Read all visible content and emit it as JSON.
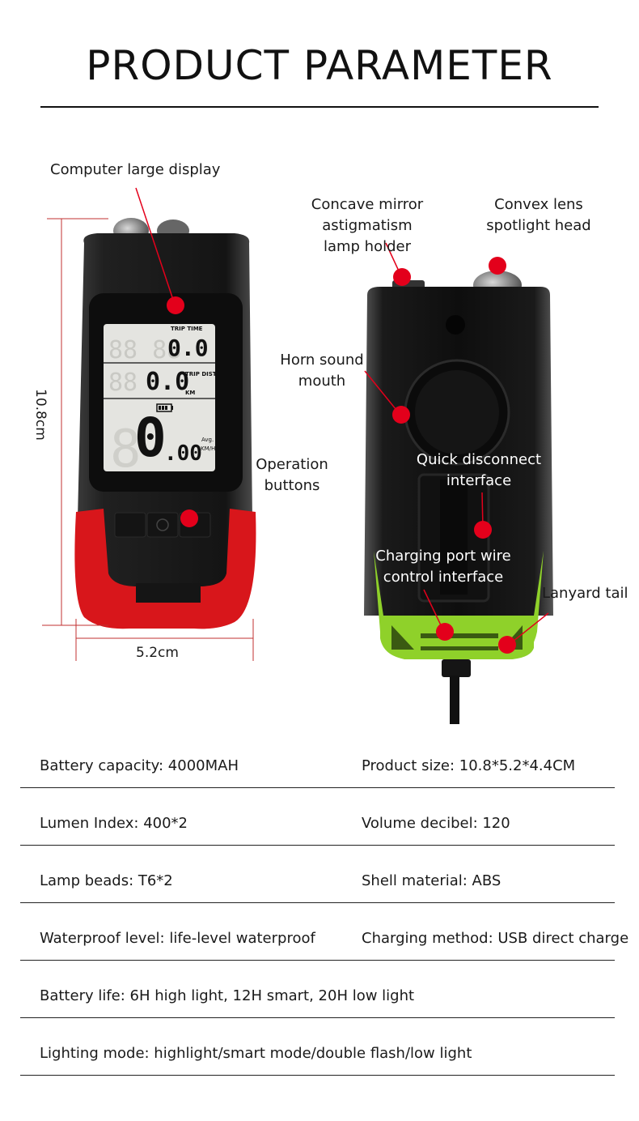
{
  "title": "PRODUCT PARAMETER",
  "labels": {
    "computer_display": "Computer large display",
    "concave_line1": "Concave mirror astigmatism",
    "concave_line2": "lamp holder",
    "convex_line1": "Convex lens",
    "convex_line2": "spotlight head",
    "horn_line1": "Horn sound",
    "horn_line2": "mouth",
    "operation_line1": "Operation",
    "operation_line2": "buttons",
    "quick_line1": "Quick disconnect",
    "quick_line2": "interface",
    "charging_line1": "Charging port wire",
    "charging_line2": "control interface",
    "lanyard": "Lanyard tail"
  },
  "dimensions": {
    "height": "10.8cm",
    "width": "5.2cm"
  },
  "lcd": {
    "trip_time_label": "TRIP TIME",
    "trip_time_value": "0.0",
    "trip_dist_label": "TRIP DIST",
    "trip_dist_value": "0.0",
    "km_label": "KM",
    "speed_value": "0",
    "speed_decimals": ".00",
    "avg_label": "Avg.",
    "kmh_label": "KM/H"
  },
  "parameters": [
    {
      "left": "Battery capacity: 4000MAH",
      "right": "Product size: 10.8*5.2*4.4CM"
    },
    {
      "left": "Lumen Index: 400*2",
      "right": "Volume decibel: 120"
    },
    {
      "left": "Lamp beads: T6*2",
      "right": "Shell material: ABS"
    },
    {
      "left": "Waterproof level: life-level waterproof",
      "right": "Charging method: USB direct charge"
    },
    {
      "left": "Battery life: 6H high light, 12H smart, 20H low light",
      "right": ""
    },
    {
      "left": "Lighting mode: highlight/smart mode/double flash/low light",
      "right": ""
    }
  ],
  "colors": {
    "marker": "#e3001b",
    "body": "#1c1c1c",
    "red_base": "#d8161b",
    "green_base": "#8fd12a",
    "lcd": "#e4e4e0"
  }
}
